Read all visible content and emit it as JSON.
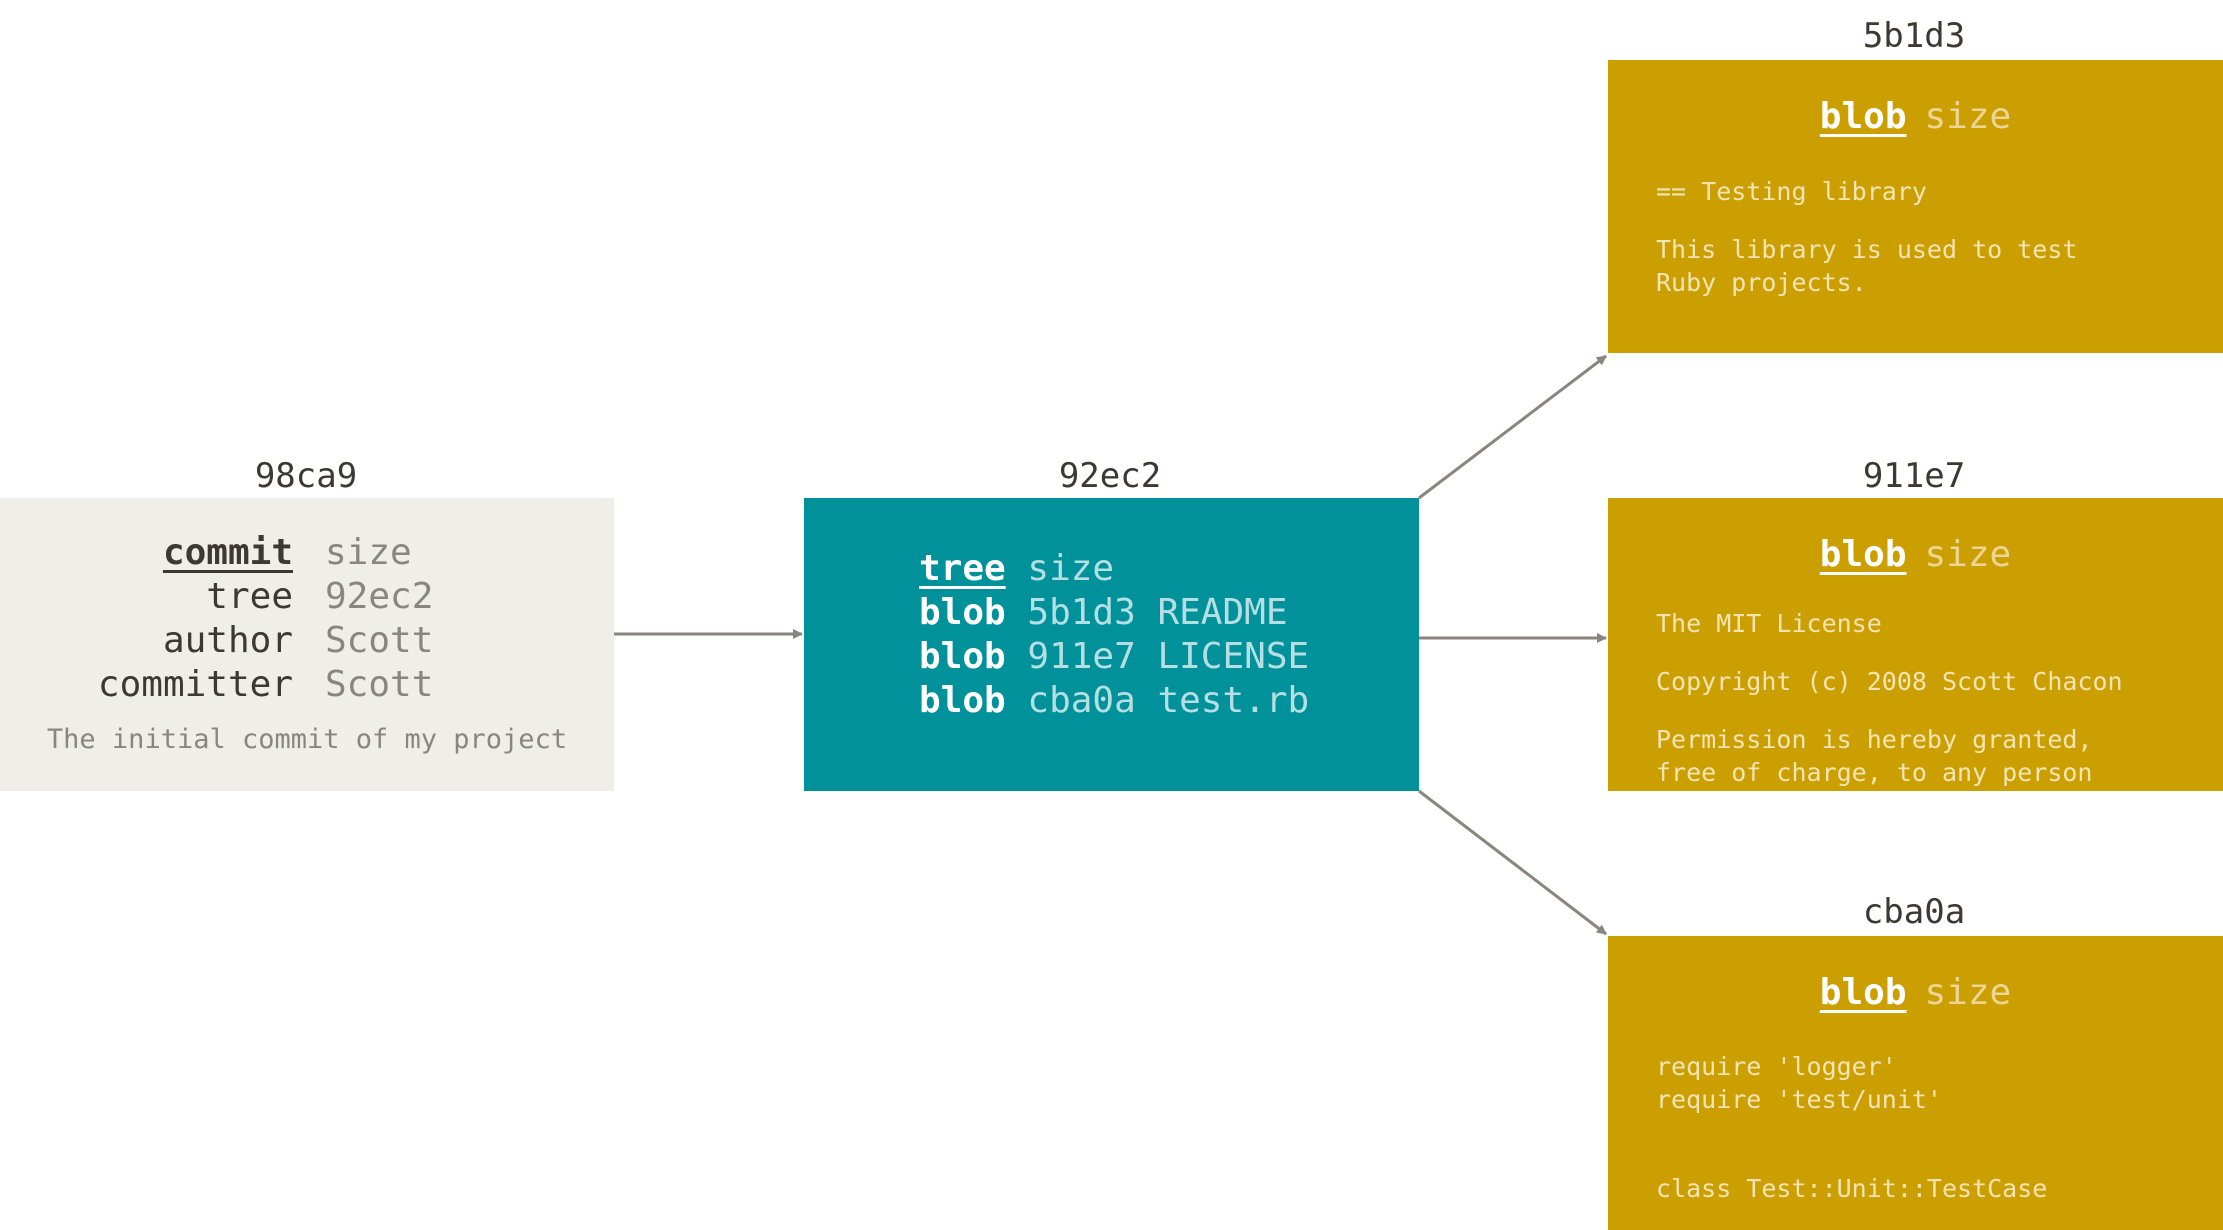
{
  "colors": {
    "commit_bg": "#efeee8",
    "tree_bg": "#00919a",
    "blob_bg": "#cc9f00",
    "arrow": "#8a857e"
  },
  "commit": {
    "hash": "98ca9",
    "type": "commit",
    "size_label": "size",
    "fields": [
      {
        "key": "tree",
        "value": "92ec2"
      },
      {
        "key": "author",
        "value": "Scott"
      },
      {
        "key": "committer",
        "value": "Scott"
      }
    ],
    "message": "The initial commit of my project"
  },
  "tree": {
    "hash": "92ec2",
    "type": "tree",
    "size_label": "size",
    "entries": [
      {
        "type": "blob",
        "hash": "5b1d3",
        "name": "README"
      },
      {
        "type": "blob",
        "hash": "911e7",
        "name": "LICENSE"
      },
      {
        "type": "blob",
        "hash": "cba0a",
        "name": "test.rb"
      }
    ]
  },
  "blobs": [
    {
      "hash": "5b1d3",
      "type": "blob",
      "size_label": "size",
      "lines": [
        "== Testing library",
        "This library is used to test",
        "Ruby projects."
      ]
    },
    {
      "hash": "911e7",
      "type": "blob",
      "size_label": "size",
      "lines": [
        "The MIT License",
        "Copyright (c) 2008 Scott Chacon",
        "Permission is hereby granted,",
        "free of charge, to any person"
      ]
    },
    {
      "hash": "cba0a",
      "type": "blob",
      "size_label": "size",
      "lines": [
        "require 'logger'",
        "require 'test/unit'",
        "class Test::Unit::TestCase"
      ]
    }
  ]
}
